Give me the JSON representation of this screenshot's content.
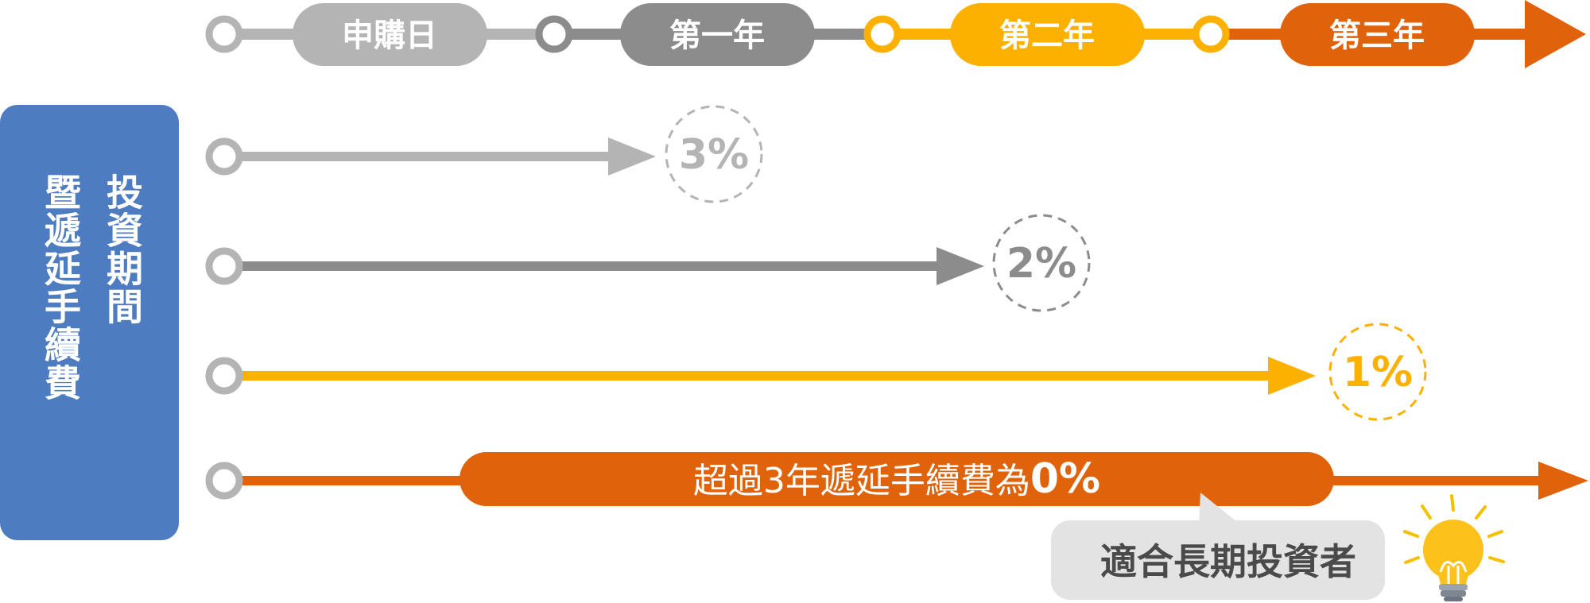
{
  "timeline": {
    "stages": [
      {
        "label": "申購日",
        "color": "#b4b4b4"
      },
      {
        "label": "第一年",
        "color": "#8c8c8c"
      },
      {
        "label": "第二年",
        "color": "#fcb000"
      },
      {
        "label": "第三年",
        "color": "#e0620a"
      }
    ]
  },
  "side_label": {
    "line1": "投資期間",
    "line2": "暨遞延手續費"
  },
  "fee_rows": [
    {
      "value": "3%",
      "color": "#b4b4b4"
    },
    {
      "value": "2%",
      "color": "#8c8c8c"
    },
    {
      "value": "1%",
      "color": "#fcb000"
    }
  ],
  "final_row": {
    "text_prefix": "超過3年遞延手續費為",
    "text_value": "0%",
    "color": "#e0620a"
  },
  "callout": {
    "text": "適合長期投資者"
  },
  "icons": {
    "lightbulb": "lightbulb-icon"
  }
}
